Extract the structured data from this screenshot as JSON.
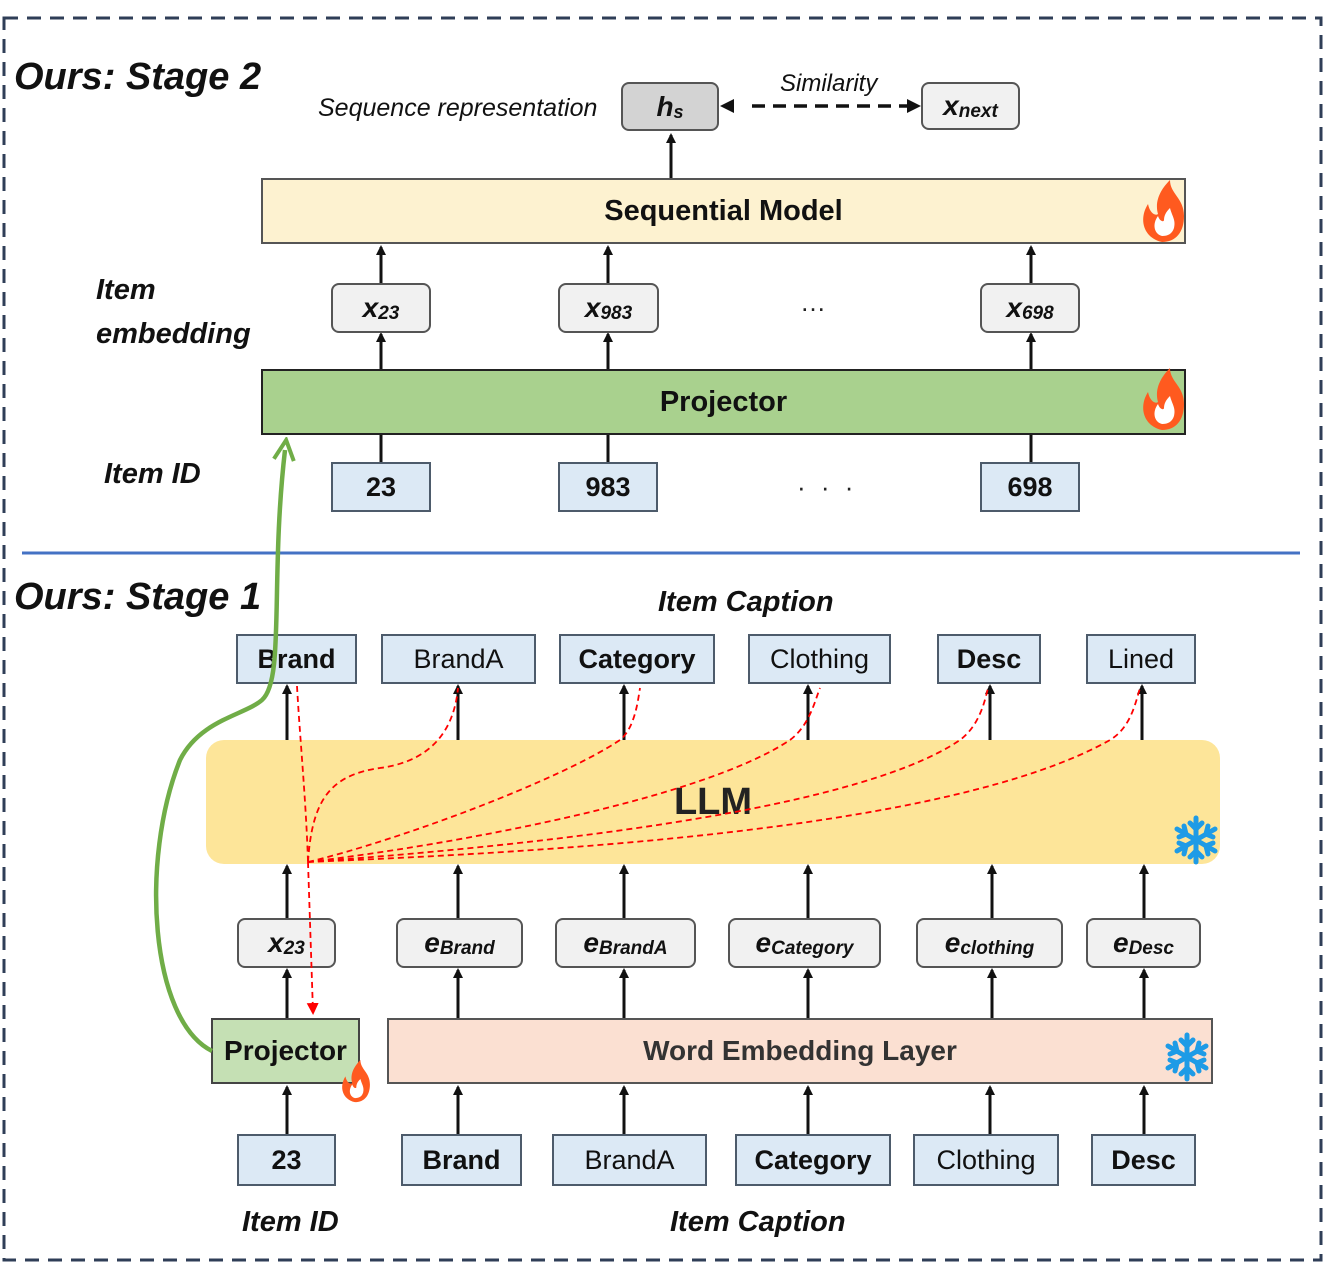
{
  "stage2": {
    "title": "Ours: Stage 2",
    "sequence_rep_label": "Sequence representation",
    "hs": {
      "main": "h",
      "sub": "s"
    },
    "similarity_label": "Similarity",
    "xnext": {
      "main": "x",
      "sub": "next"
    },
    "sequential_model_label": "Sequential Model",
    "item_embedding_label_line1": "Item",
    "item_embedding_label_line2": "embedding",
    "embeddings": [
      {
        "main": "x",
        "sub": "23"
      },
      {
        "main": "x",
        "sub": "983"
      },
      {
        "main": "x",
        "sub": "698"
      }
    ],
    "ellipsis_top": "…",
    "projector_label": "Projector",
    "item_id_label": "Item ID",
    "item_ids": [
      "23",
      "983",
      "698"
    ],
    "ellipsis_ids": "· · ·"
  },
  "stage1": {
    "title": "Ours: Stage 1",
    "item_caption_top_label": "Item Caption",
    "output_tokens": [
      {
        "text": "Brand",
        "bold": true
      },
      {
        "text": "BrandA",
        "bold": false
      },
      {
        "text": "Category",
        "bold": true
      },
      {
        "text": "Clothing",
        "bold": false
      },
      {
        "text": "Desc",
        "bold": true
      },
      {
        "text": "Lined",
        "bold": false
      }
    ],
    "llm_label": "LLM",
    "embeddings": [
      {
        "main": "x",
        "sub": "23"
      },
      {
        "main": "e",
        "sub": "Brand"
      },
      {
        "main": "e",
        "sub": "BrandA"
      },
      {
        "main": "e",
        "sub": "Category"
      },
      {
        "main": "e",
        "sub": "clothing"
      },
      {
        "main": "e",
        "sub": "Desc"
      }
    ],
    "projector_label": "Projector",
    "word_embedding_label": "Word Embedding Layer",
    "item_id_value": "23",
    "input_tokens": [
      {
        "text": "Brand",
        "bold": true
      },
      {
        "text": "BrandA",
        "bold": false
      },
      {
        "text": "Category",
        "bold": true
      },
      {
        "text": "Clothing",
        "bold": false
      },
      {
        "text": "Desc",
        "bold": true
      }
    ],
    "item_id_label": "Item ID",
    "item_caption_bottom_label": "Item Caption"
  },
  "icons": {
    "trainable": "fire-icon",
    "frozen": "snowflake-icon"
  },
  "colors": {
    "border_dashed": "#2f3e57",
    "divider": "#4472c4",
    "sequential_model_fill": "#fdf2d0",
    "projector_fill": "#a9d18e",
    "projector_small_fill": "#c5e0b4",
    "llm_fill": "#fde599",
    "word_embedding_fill": "#fbe0d2",
    "id_box_fill": "#dce9f5",
    "green_arrow": "#70ad47",
    "red_dashed": "#ff0000",
    "fire": "#ff5a1f",
    "snowflake": "#1e9be6"
  }
}
